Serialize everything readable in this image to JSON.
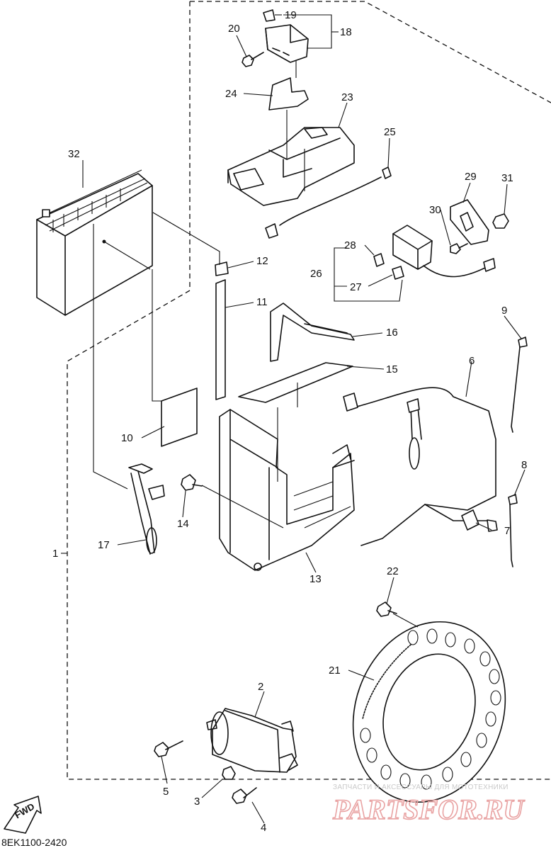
{
  "diagram": {
    "callouts": [
      {
        "id": "1",
        "label": "1"
      },
      {
        "id": "2",
        "label": "2"
      },
      {
        "id": "3",
        "label": "3"
      },
      {
        "id": "4",
        "label": "4"
      },
      {
        "id": "5",
        "label": "5"
      },
      {
        "id": "6",
        "label": "6"
      },
      {
        "id": "7",
        "label": "7"
      },
      {
        "id": "8",
        "label": "8"
      },
      {
        "id": "9",
        "label": "9"
      },
      {
        "id": "10",
        "label": "10"
      },
      {
        "id": "11",
        "label": "11"
      },
      {
        "id": "12",
        "label": "12"
      },
      {
        "id": "13",
        "label": "13"
      },
      {
        "id": "14",
        "label": "14"
      },
      {
        "id": "15",
        "label": "15"
      },
      {
        "id": "16",
        "label": "16"
      },
      {
        "id": "17",
        "label": "17"
      },
      {
        "id": "18",
        "label": "18"
      },
      {
        "id": "19",
        "label": "19"
      },
      {
        "id": "20",
        "label": "20"
      },
      {
        "id": "21",
        "label": "21"
      },
      {
        "id": "22",
        "label": "22"
      },
      {
        "id": "23",
        "label": "23"
      },
      {
        "id": "24",
        "label": "24"
      },
      {
        "id": "25",
        "label": "25"
      },
      {
        "id": "26",
        "label": "26"
      },
      {
        "id": "27",
        "label": "27"
      },
      {
        "id": "28",
        "label": "28"
      },
      {
        "id": "29",
        "label": "29"
      },
      {
        "id": "30",
        "label": "30"
      },
      {
        "id": "31",
        "label": "31"
      },
      {
        "id": "32",
        "label": "32"
      }
    ],
    "fwd_label": "FWD",
    "drawing_code": "8EK1100-2420"
  },
  "watermark": {
    "tagline": "ЗАПЧАСТИ И АКСЕССУАРЫ ДЛЯ МОТОТЕХНИКИ",
    "brand": "PARTSFOR.RU",
    "color": "#e9a3a3"
  }
}
